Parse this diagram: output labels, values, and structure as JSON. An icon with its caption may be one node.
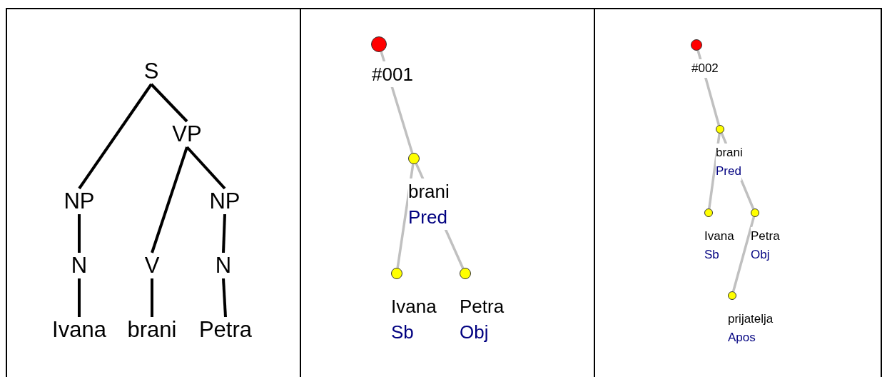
{
  "diagram": {
    "nodes": [
      {
        "text": [],
        "shape": "box"
      },
      {
        "text": [
          "S"
        ],
        "in": 0
      },
      {
        "text": [
          "VP"
        ],
        "in": 0
      },
      {
        "text": [
          "NP"
        ],
        "in": 0
      },
      {
        "text": [
          "NP"
        ],
        "in": 0
      },
      {
        "text": [
          "N"
        ],
        "in": 0
      },
      {
        "text": [
          "V"
        ],
        "in": 0
      },
      {
        "text": [
          "N"
        ],
        "in": 0
      },
      {
        "text": [
          "Ivana"
        ],
        "in": 0
      },
      {
        "text": [
          "brani"
        ],
        "in": 0
      },
      {
        "text": [
          "Petra"
        ],
        "in": 0
      },
      {
        "text": [],
        "shape": "box"
      },
      {
        "text": [],
        "shape": "circle",
        "in": 11,
        "beside": [
          "#001"
        ]
      },
      {
        "text": [],
        "shape": "circle",
        "in": 11,
        "beside": [
          "brani",
          "Pred"
        ]
      },
      {
        "text": [],
        "shape": "circle",
        "in": 11,
        "beside": [
          "Ivana",
          "Sb"
        ]
      },
      {
        "text": [],
        "shape": "circle",
        "in": 11,
        "beside": [
          "Petra",
          "Obj"
        ]
      },
      {
        "text": [],
        "shape": "box"
      },
      {
        "text": [],
        "shape": "circle",
        "in": 16,
        "beside": [
          "#002"
        ]
      },
      {
        "text": [],
        "shape": "circle",
        "in": 16,
        "beside": [
          "brani",
          "Pred"
        ]
      },
      {
        "text": [],
        "shape": "circle",
        "in": 16,
        "beside": [
          "Ivana",
          "Sb"
        ]
      },
      {
        "text": [],
        "shape": "circle",
        "in": 16,
        "beside": [
          "Petra",
          "Obj"
        ]
      },
      {
        "text": [],
        "shape": "circle",
        "in": 16,
        "beside": [
          "prijatelja",
          "Apos"
        ]
      }
    ],
    "edges": [
      {
        "from": 1,
        "to": 3,
        "arrow": "none"
      },
      {
        "from": 1,
        "to": 2,
        "arrow": "none"
      },
      {
        "from": 2,
        "to": 6,
        "arrow": "none"
      },
      {
        "from": 2,
        "to": 4,
        "arrow": "none"
      },
      {
        "from": 3,
        "to": 5,
        "arrow": "none"
      },
      {
        "from": 4,
        "to": 7,
        "arrow": "none"
      },
      {
        "from": 5,
        "to": 8,
        "arrow": "none"
      },
      {
        "from": 6,
        "to": 9,
        "arrow": "none"
      },
      {
        "from": 7,
        "to": 10,
        "arrow": "none"
      },
      {
        "from": 12,
        "to": 13,
        "arrow": "none",
        "color": "#c0c0c0"
      },
      {
        "from": 13,
        "to": 14,
        "arrow": "none",
        "color": "#c0c0c0"
      },
      {
        "from": 13,
        "to": 15,
        "arrow": "none",
        "color": "#c0c0c0"
      },
      {
        "from": 17,
        "to": 18,
        "arrow": "none",
        "color": "#c0c0c0"
      },
      {
        "from": 18,
        "to": 19,
        "arrow": "none",
        "color": "#c0c0c0"
      },
      {
        "from": 18,
        "to": 20,
        "arrow": "none",
        "color": "#c0c0c0"
      },
      {
        "from": 20,
        "to": 21,
        "arrow": "none",
        "color": "#c0c0c0"
      }
    ]
  }
}
